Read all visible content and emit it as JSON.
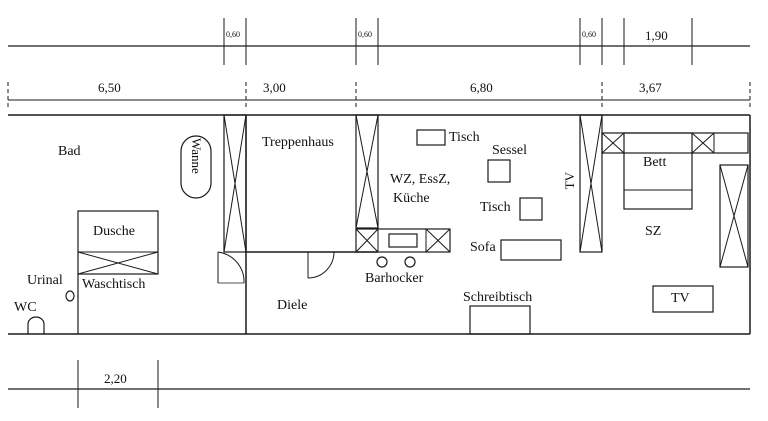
{
  "dimensions": {
    "gap_1": "0,60",
    "gap_2": "0,60",
    "gap_3": "0,60",
    "bed_strip": "1,90",
    "bad_width": "6,50",
    "treppen_width": "3,00",
    "wz_width": "6,80",
    "sz_width": "3,67",
    "bottom": "2,20"
  },
  "rooms": {
    "bad": "Bad",
    "treppenhaus": "Treppenhaus",
    "wz_line1": "WZ, EssZ,",
    "wz_line2": "Küche",
    "diele": "Diele",
    "sz": "SZ"
  },
  "furniture": {
    "wanne": "Wanne",
    "dusche": "Dusche",
    "urinal": "Urinal",
    "waschtisch": "Waschtisch",
    "wc": "WC",
    "tisch_top": "Tisch",
    "sessel": "Sessel",
    "tisch": "Tisch",
    "sofa": "Sofa",
    "barhocker": "Barhocker",
    "schreibtisch": "Schreibtisch",
    "tv_wall": "TV",
    "bett": "Bett",
    "tv": "TV"
  }
}
